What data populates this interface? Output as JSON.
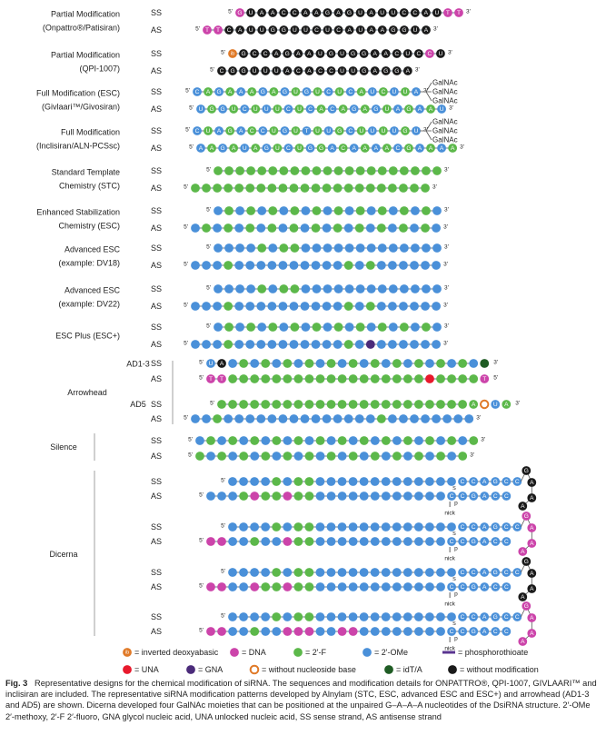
{
  "colors": {
    "dna": "#cc44aa",
    "fluoro": "#5cb84a",
    "omethyl": "#4a90d9",
    "una": "#e8192c",
    "gna": "#4b2b7a",
    "idt": "#1f5c24",
    "plain": "#1a1a1a",
    "abasic": "#e07a28",
    "phosphorothioate": "#5a3590",
    "label": "#222222"
  },
  "end_labels": {
    "five": "5'",
    "three": "3'"
  },
  "strand_labels": {
    "ss": "SS",
    "as": "AS"
  },
  "galnac_label": "GalNAc",
  "p_label": "p",
  "nick_label": "nick",
  "groups": {
    "arrowhead": "Arrowhead",
    "silence": "Silence",
    "dicerna": "Dicerna"
  },
  "designs": [
    {
      "label": [
        "Partial Modification",
        "(Onpattro®/Patisiran)"
      ],
      "ss": "GUAACCAAGAGUAUUCCAUTT",
      "ss_mod": "DmmmmmmmmmmmmmmmmmmDD",
      "as": "TTCAUUGGUUCUCAUAAGGUA",
      "as_mod": "DDmmmmmmmmmmmmmmmmmmm"
    },
    {
      "label": [
        "Partial Modification",
        "(QPI-1007)"
      ],
      "ss": "iGCCAGAAUGUGGAACUCCU",
      "ss_mod": "xmmmmmmmmmmmmmmmmmDm",
      "as": "CGGUUUACACCUUGAGGA",
      "as_mod": "mmmmmmmmmmmmmmmmmm"
    },
    {
      "label": [
        "Full Modification (ESC)",
        "(Givlaari™/Givosiran)"
      ],
      "ss": "CAGAAAGAGUGUCUCAUCUUA",
      "ss_mod": "ofofofofofofofofofofo",
      "as": "UGGUCUUUCUCACAGAGUAGAAU",
      "as_mod": "ofofofofofofofofofofofo"
    },
    {
      "label": [
        "Full Modification",
        "(Inclisiran/ALN-PCSsc)"
      ],
      "ss": "CUAGACCUGUTUUGCUUUUGU",
      "ss_mod": "ofofofofofofofofofofo",
      "as": "AAGAUAGUCUGGACAAAACGAAAA",
      "as_mod": "ofofofofofofofofofofofof"
    },
    {
      "label": [
        "Standard Template",
        "Chemistry (STC)"
      ],
      "ss": "fffffffffffffffffffff",
      "as": "ffffffffffffffffffffff"
    },
    {
      "label": [
        "Enhanced Stabilization",
        "Chemistry (ESC)"
      ],
      "ss": "ofofofofofofofofofofo",
      "as": "ofofofofofofofofofofofo"
    },
    {
      "label": [
        "Advanced ESC",
        "(example: DV18)"
      ],
      "ss": "oooofoffooooooooooooo",
      "as": "ooofoooooooooofofoooooo"
    },
    {
      "label": [
        "Advanced ESC",
        "(example: DV22)"
      ],
      "ss": "oooofoffooooooooooooo",
      "as": "ooofoooooooooofofoooooo"
    },
    {
      "label": [
        "ESC Plus (ESC+)"
      ],
      "ss": "ofofofofofofofofofofo",
      "as": "ooofoooooooooofogoooooo"
    }
  ],
  "arrowhead": [
    {
      "label": "AD1-3",
      "ss": "ofofofofofofofofofofofo",
      "ss_pre": "UA",
      "ss_pre_mod": "oP",
      "ss_end": "I",
      "as": "ffffffffffffffffffuffff",
      "as_pre": "TT",
      "as_pre_mod": "DD",
      "as_end": "T"
    },
    {
      "label": "AD5",
      "ss": "fffffffffffffffffffffff",
      "ss_post": "AUA",
      "ss_post_mod": "fwof",
      "as": "oofoooooooooooooofoooooooo"
    }
  ],
  "silence": {
    "ss": "ofofofofofofofofofofofofof",
    "as": "fofofofofofofofofofofofof"
  },
  "dicerna": [
    {
      "ss": "oooofoffoooooooooooooooooo",
      "tail": "CCAGCC",
      "loop": "GAAA",
      "loop_mod": "PPPP",
      "as": "ooofDffDffooooooooooooooooo"
    },
    {
      "ss": "oooofoffoooooooooooooooooo",
      "tail": "CCAGCC",
      "loop": "GAAA",
      "loop_mod": "DDDD",
      "as": "DDoofooDffooooooooooooooooo"
    },
    {
      "ss": "oooofoffoooooooooooooooooo",
      "tail": "CCAGCC",
      "loop": "GAAA",
      "loop_mod": "PPPP",
      "as": "DDooDffDffooooooooooooooooo"
    },
    {
      "ss": "oooofoffoooooooooooooooooo",
      "tail": "CCAGCC",
      "loop": "GAAA",
      "loop_mod": "DDDD",
      "as": "DDoofooDDDooDDoooooooooooo"
    }
  ],
  "legend": [
    {
      "key": "abasic",
      "glyph": "ib",
      "text": "= inverted deoxyabasic"
    },
    {
      "key": "dna",
      "text": "= DNA"
    },
    {
      "key": "fluoro",
      "text": "= 2'-F"
    },
    {
      "key": "omethyl",
      "text": "= 2'-OMe"
    },
    {
      "key": "phosphorothioate",
      "shape": "bar",
      "text": "= phosphorothioate"
    },
    {
      "key": "una",
      "text": "= UNA"
    },
    {
      "key": "gna",
      "text": "= GNA"
    },
    {
      "key": "abasic",
      "shape": "ring",
      "text": "= without nucleoside base"
    },
    {
      "key": "idt",
      "text": "= idT/A"
    },
    {
      "key": "plain",
      "text": "= without modification"
    }
  ],
  "caption": {
    "fig": "Fig. 3",
    "text": "Representative designs for the chemical modification of siRNA. The sequences and modification details for ONPATTRO®, QPI-1007, GIVLAARI™ and inclisiran are included. The representative siRNA modification patterns developed by Alnylam (STC, ESC, advanced ESC and ESC+) and arrowhead (AD1-3 and AD5) are shown. Dicerna developed four GalNAc moieties that can be positioned at the unpaired G–A–A–A nucleotides of the DsiRNA structure. 2′-OMe 2′-methoxy, 2′-F 2′-fluoro, GNA glycol nucleic acid, UNA unlocked nucleic acid, SS sense strand, AS antisense strand"
  }
}
